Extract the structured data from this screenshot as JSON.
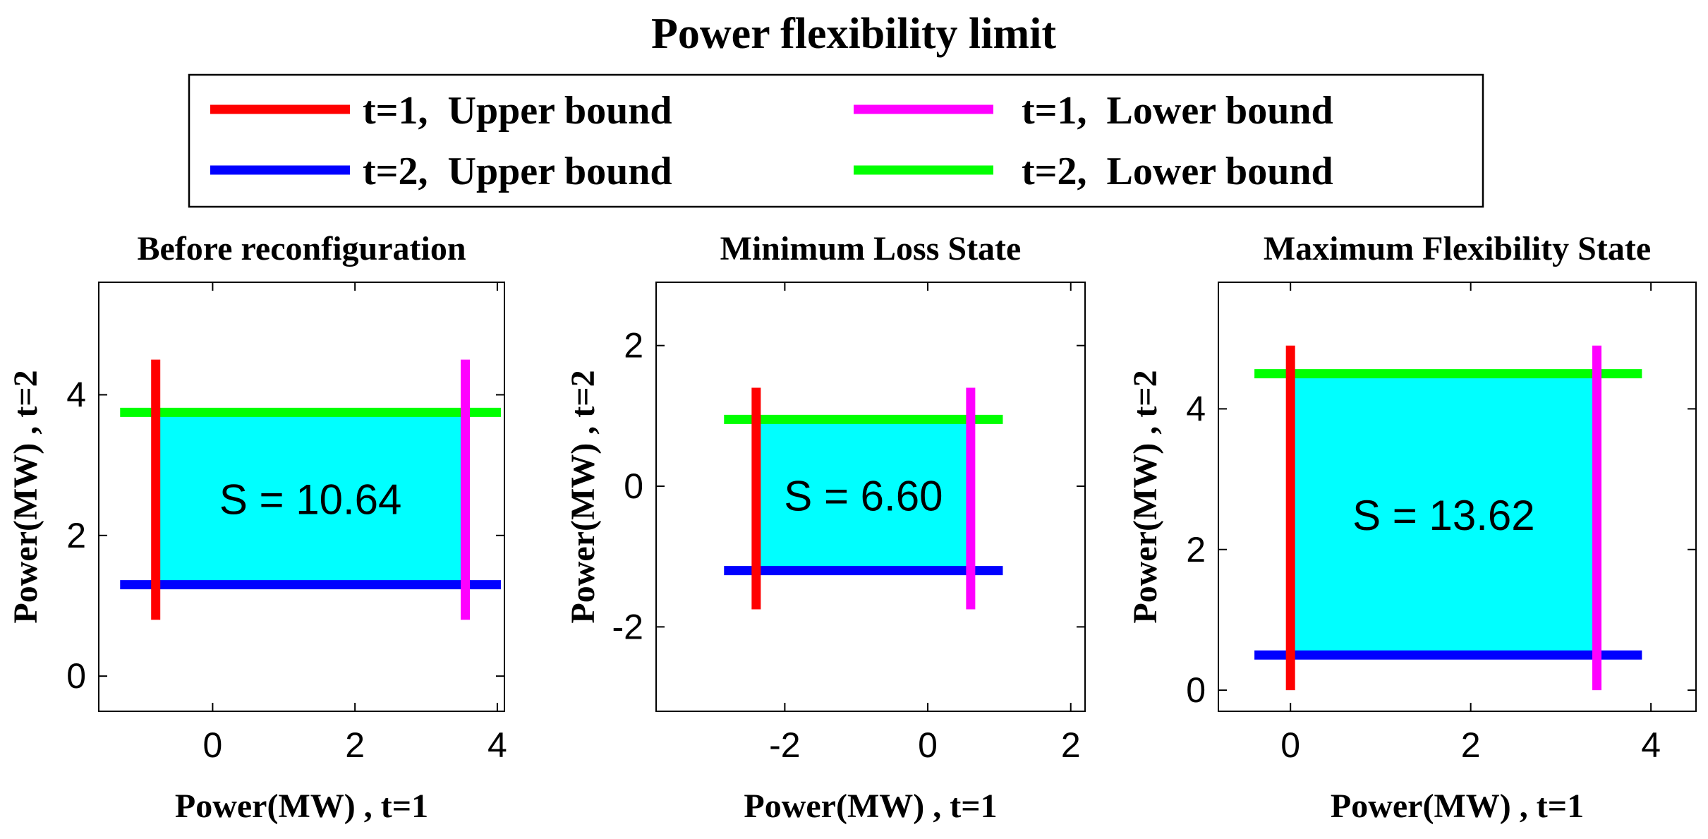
{
  "figure": {
    "title": "Power flexibility limit"
  },
  "legend": {
    "placement": "top-center",
    "entries": [
      {
        "label": "t=1,  Upper bound",
        "color": "#ff0000"
      },
      {
        "label": "t=1,  Lower bound",
        "color": "#ff00ff"
      },
      {
        "label": "t=2,  Upper bound",
        "color": "#0000ff"
      },
      {
        "label": "t=2,  Lower bound",
        "color": "#00ff00"
      }
    ]
  },
  "chart_data": [
    {
      "type": "line",
      "title": "Before reconfiguration",
      "xlabel": "Power(MW) , t=1",
      "ylabel": "Power(MW) , t=2",
      "xlim": [
        -1.6,
        4.1
      ],
      "ylim": [
        -0.5,
        5.6
      ],
      "xticks": [
        0,
        2,
        4
      ],
      "yticks": [
        0,
        2,
        4
      ],
      "fill_color": "#00ffff",
      "series": [
        {
          "name": "t=1,  Upper bound",
          "color": "#ff0000",
          "x": [
            -0.8,
            -0.8
          ],
          "y": [
            0.8,
            4.5
          ]
        },
        {
          "name": "t=1,  Lower bound",
          "color": "#ff00ff",
          "x": [
            3.55,
            3.55
          ],
          "y": [
            0.8,
            4.5
          ]
        },
        {
          "name": "t=2,  Upper bound",
          "color": "#0000ff",
          "x": [
            -1.3,
            4.05
          ],
          "y": [
            1.3,
            1.3
          ]
        },
        {
          "name": "t=2,  Lower bound",
          "color": "#00ff00",
          "x": [
            -1.3,
            4.05
          ],
          "y": [
            3.75,
            3.75
          ]
        }
      ],
      "region": {
        "x": [
          -0.8,
          3.55
        ],
        "y": [
          1.3,
          3.75
        ]
      },
      "annotation": "S = 10.64"
    },
    {
      "type": "line",
      "title": "Minimum Loss State",
      "xlabel": "Power(MW) , t=1",
      "ylabel": "Power(MW) , t=2",
      "xlim": [
        -3.8,
        2.2
      ],
      "ylim": [
        -3.2,
        2.9
      ],
      "xticks": [
        -2,
        0,
        2
      ],
      "yticks": [
        -2,
        0,
        2
      ],
      "fill_color": "#00ffff",
      "series": [
        {
          "name": "t=1,  Upper bound",
          "color": "#ff0000",
          "x": [
            -2.4,
            -2.4
          ],
          "y": [
            -1.75,
            1.4
          ]
        },
        {
          "name": "t=1,  Lower bound",
          "color": "#ff00ff",
          "x": [
            0.6,
            0.6
          ],
          "y": [
            -1.75,
            1.4
          ]
        },
        {
          "name": "t=2,  Upper bound",
          "color": "#0000ff",
          "x": [
            -2.85,
            1.05
          ],
          "y": [
            -1.2,
            -1.2
          ]
        },
        {
          "name": "t=2,  Lower bound",
          "color": "#00ff00",
          "x": [
            -2.85,
            1.05
          ],
          "y": [
            0.95,
            0.95
          ]
        }
      ],
      "region": {
        "x": [
          -2.4,
          0.6
        ],
        "y": [
          -1.2,
          0.95
        ]
      },
      "annotation": "S = 6.60"
    },
    {
      "type": "line",
      "title": "Maximum Flexibility State",
      "xlabel": "Power(MW) , t=1",
      "ylabel": "Power(MW) , t=2",
      "xlim": [
        -0.8,
        4.5
      ],
      "ylim": [
        -0.3,
        5.8
      ],
      "xticks": [
        0,
        2,
        4
      ],
      "yticks": [
        0,
        2,
        4
      ],
      "fill_color": "#00ffff",
      "series": [
        {
          "name": "t=1,  Upper bound",
          "color": "#ff0000",
          "x": [
            0.0,
            0.0
          ],
          "y": [
            0.0,
            4.9
          ]
        },
        {
          "name": "t=1,  Lower bound",
          "color": "#ff00ff",
          "x": [
            3.4,
            3.4
          ],
          "y": [
            0.0,
            4.9
          ]
        },
        {
          "name": "t=2,  Upper bound",
          "color": "#0000ff",
          "x": [
            -0.4,
            3.9
          ],
          "y": [
            0.5,
            0.5
          ]
        },
        {
          "name": "t=2,  Lower bound",
          "color": "#00ff00",
          "x": [
            -0.4,
            3.9
          ],
          "y": [
            4.5,
            4.5
          ]
        }
      ],
      "region": {
        "x": [
          0.0,
          3.4
        ],
        "y": [
          0.5,
          4.5
        ]
      },
      "annotation": "S = 13.62"
    }
  ]
}
